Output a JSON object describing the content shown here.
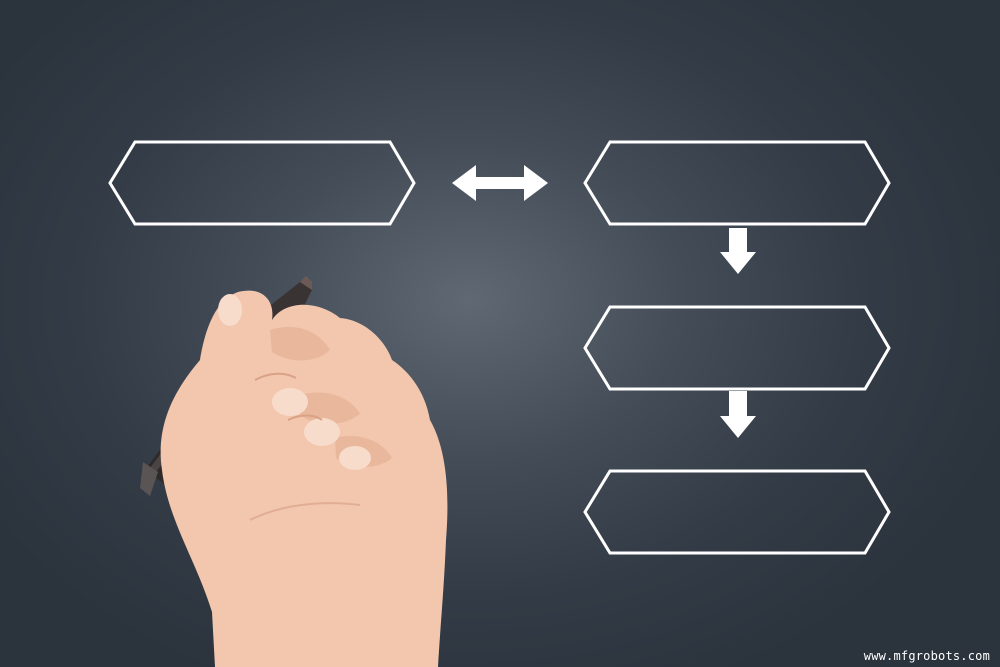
{
  "scene": {
    "background_color": "#2e3641",
    "highlight_color": "#5f6873",
    "line_color": "#ffffff",
    "skin_color": "#f2c7ad",
    "marker_color": "#2f2a2a"
  },
  "flowchart": {
    "boxes": [
      {
        "name": "left-box",
        "text": ""
      },
      {
        "name": "right-top-box",
        "text": ""
      },
      {
        "name": "right-middle-box",
        "text": ""
      },
      {
        "name": "right-bottom-box",
        "text": ""
      }
    ],
    "arrows": [
      {
        "name": "double-arrow",
        "icon": "double-headed-arrow-icon"
      },
      {
        "name": "down-arrow-1",
        "icon": "down-arrow-icon"
      },
      {
        "name": "down-arrow-2",
        "icon": "down-arrow-icon"
      }
    ]
  },
  "watermark": "www.mfgrobots.com"
}
